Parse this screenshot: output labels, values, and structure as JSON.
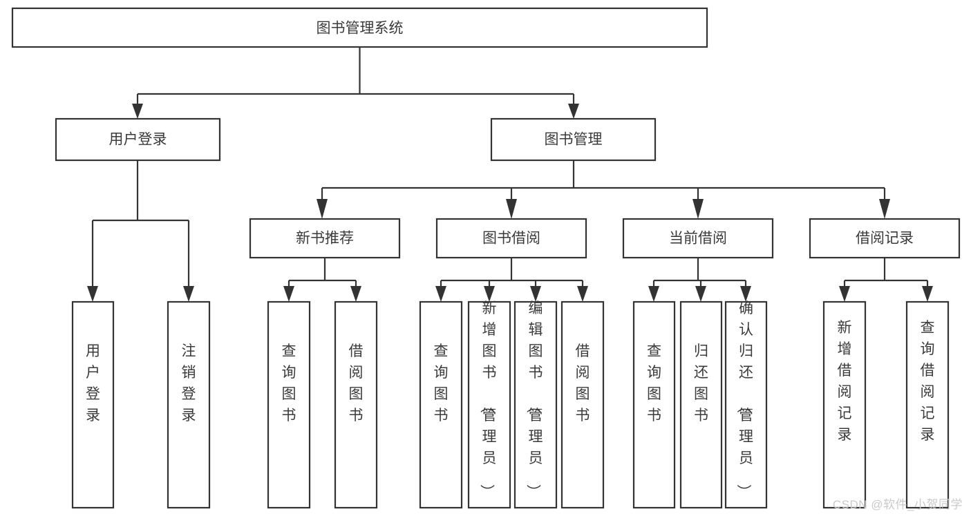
{
  "diagram": {
    "title": "图书管理系统",
    "type": "tree-hierarchy",
    "watermark": "CSDN @软件_小贺同学",
    "levels": {
      "root": {
        "label": "图书管理系统"
      },
      "level2": [
        {
          "id": "user-login",
          "label": "用户登录"
        },
        {
          "id": "book-management",
          "label": "图书管理"
        }
      ],
      "level3": [
        {
          "id": "new-book-recommend",
          "label": "新书推荐",
          "parent": "book-management"
        },
        {
          "id": "book-borrow",
          "label": "图书借阅",
          "parent": "book-management"
        },
        {
          "id": "current-borrow",
          "label": "当前借阅",
          "parent": "book-management"
        },
        {
          "id": "borrow-record",
          "label": "借阅记录",
          "parent": "book-management"
        }
      ],
      "leaves": [
        {
          "id": "leaf-user-login",
          "label": "用户登录",
          "parent": "user-login"
        },
        {
          "id": "leaf-logout-login",
          "label": "注销登录",
          "parent": "user-login"
        },
        {
          "id": "leaf-query-book-1",
          "label": "查询图书",
          "parent": "new-book-recommend"
        },
        {
          "id": "leaf-borrow-book-1",
          "label": "借阅图书",
          "parent": "new-book-recommend"
        },
        {
          "id": "leaf-query-book-2",
          "label": "查询图书",
          "parent": "book-borrow"
        },
        {
          "id": "leaf-add-book",
          "label": "新增图书（管理员）",
          "parent": "book-borrow"
        },
        {
          "id": "leaf-edit-book",
          "label": "编辑图书（管理员）",
          "parent": "book-borrow"
        },
        {
          "id": "leaf-borrow-book-2",
          "label": "借阅图书",
          "parent": "book-borrow"
        },
        {
          "id": "leaf-query-book-3",
          "label": "查询图书",
          "parent": "current-borrow"
        },
        {
          "id": "leaf-return-book",
          "label": "归还图书",
          "parent": "current-borrow"
        },
        {
          "id": "leaf-confirm-return",
          "label": "确认归还（管理员）",
          "parent": "current-borrow"
        },
        {
          "id": "leaf-add-record",
          "label": "新增借阅记录",
          "parent": "borrow-record"
        },
        {
          "id": "leaf-query-record",
          "label": "查询借阅记录",
          "parent": "borrow-record"
        }
      ]
    },
    "colors": {
      "stroke": "#333333",
      "box_fill": "#ffffff",
      "text": "#3a3a3a",
      "watermark": "#c9c9c9",
      "background": "#ffffff"
    }
  }
}
